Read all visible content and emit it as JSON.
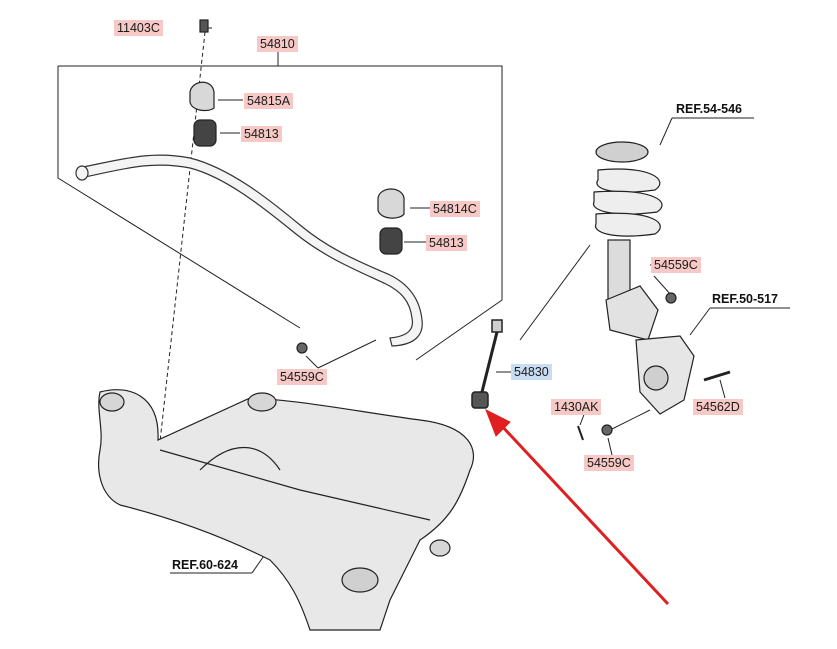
{
  "labels": {
    "p11403c": "11403C",
    "p54810": "54810",
    "p54815a": "54815A",
    "p54813_top": "54813",
    "p54814c": "54814C",
    "p54813_mid": "54813",
    "p54559c_left": "54559C",
    "p54830": "54830",
    "p54559c_right": "54559C",
    "p1430ak": "1430AK",
    "p54559c_bottom": "54559C",
    "p54562d": "54562D"
  },
  "refs": {
    "strut": "REF.54-546",
    "knuckle": "REF.50-517",
    "subframe": "REF.60-624"
  },
  "colors": {
    "label_pink": "#f6c8c6",
    "label_blue": "#c8dcf2",
    "arrow_red": "#e02020"
  }
}
